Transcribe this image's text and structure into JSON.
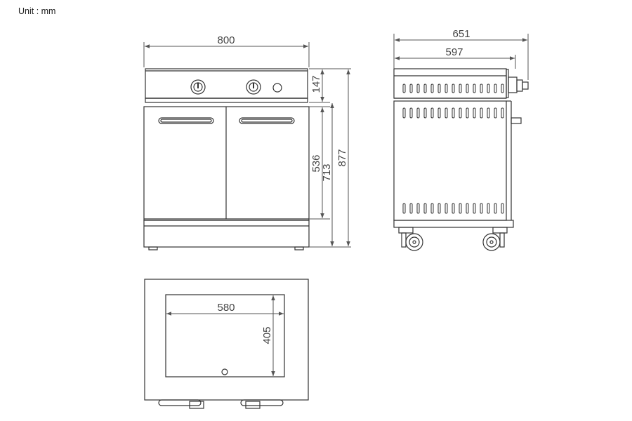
{
  "unit_label": "Unit : mm",
  "dimensions": {
    "front_width": "800",
    "front_top_height": "147",
    "front_door_height": "536",
    "front_body_height": "713",
    "front_total_height": "877",
    "side_total_depth": "651",
    "side_body_depth": "597",
    "top_cutout_width": "580",
    "top_cutout_depth": "405"
  },
  "colors": {
    "line": "#333333",
    "dim_line": "#555555",
    "dim_text": "#444444"
  }
}
